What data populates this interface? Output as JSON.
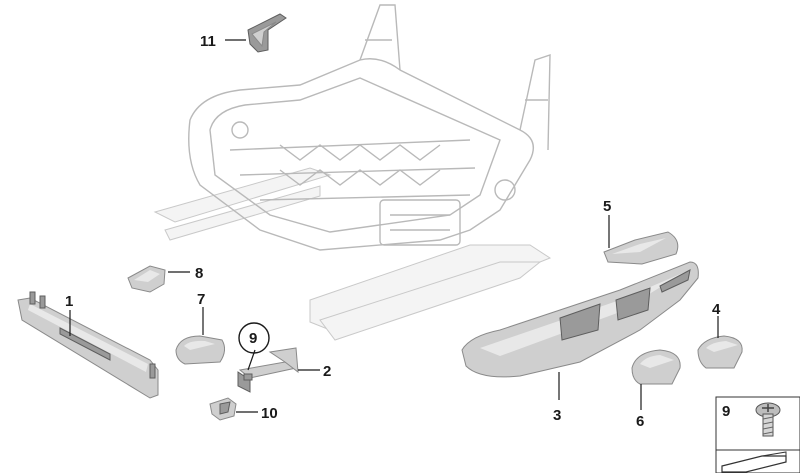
{
  "diagram": {
    "callouts": [
      {
        "id": "callout-1",
        "label": "1"
      },
      {
        "id": "callout-2",
        "label": "2"
      },
      {
        "id": "callout-3",
        "label": "3"
      },
      {
        "id": "callout-4",
        "label": "4"
      },
      {
        "id": "callout-5",
        "label": "5"
      },
      {
        "id": "callout-6",
        "label": "6"
      },
      {
        "id": "callout-7",
        "label": "7"
      },
      {
        "id": "callout-8",
        "label": "8"
      },
      {
        "id": "callout-9-circled",
        "label": "9"
      },
      {
        "id": "callout-10",
        "label": "10"
      },
      {
        "id": "callout-11",
        "label": "11"
      }
    ],
    "inset": {
      "label": "9"
    }
  },
  "colors": {
    "frame": "#b9b9b9",
    "part": "#cfcfcf",
    "part_dark": "#9a9a9a",
    "label": "#1a1a1a"
  }
}
